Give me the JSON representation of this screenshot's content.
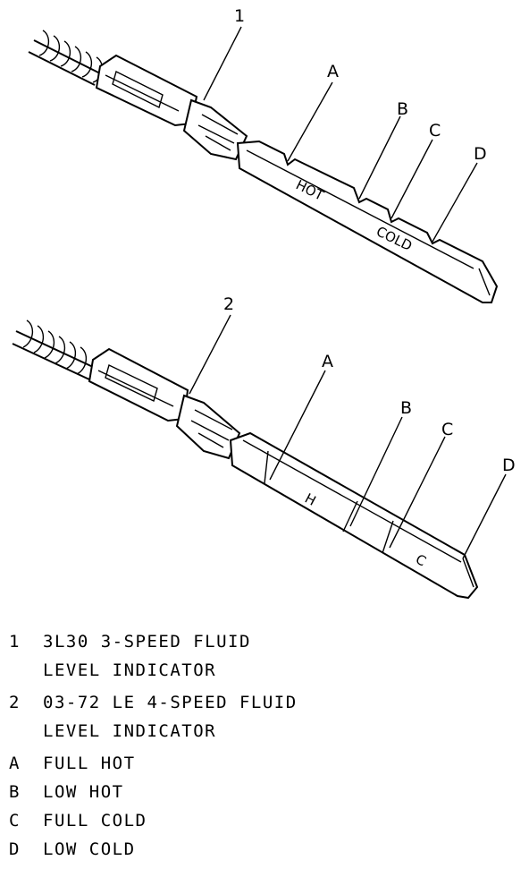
{
  "callouts": {
    "item1": "1",
    "item2": "2",
    "a1": "A",
    "b1": "B",
    "c1": "C",
    "d1": "D",
    "a2": "A",
    "b2": "B",
    "c2": "C",
    "d2": "D"
  },
  "blade_markings": {
    "top_hot": "HOT",
    "top_cold": "COLD",
    "bottom_hot": "H",
    "bottom_cold": "C"
  },
  "legend": [
    {
      "key": "1",
      "text": "3L30 3-SPEED FLUID"
    },
    {
      "key": "",
      "text": "LEVEL INDICATOR"
    },
    {
      "key": "2",
      "text": "03-72 LE 4-SPEED FLUID"
    },
    {
      "key": "",
      "text": "LEVEL INDICATOR"
    },
    {
      "key": "A",
      "text": "FULL HOT"
    },
    {
      "key": "B",
      "text": "LOW HOT"
    },
    {
      "key": "C",
      "text": "FULL COLD"
    },
    {
      "key": "D",
      "text": "LOW COLD"
    }
  ]
}
